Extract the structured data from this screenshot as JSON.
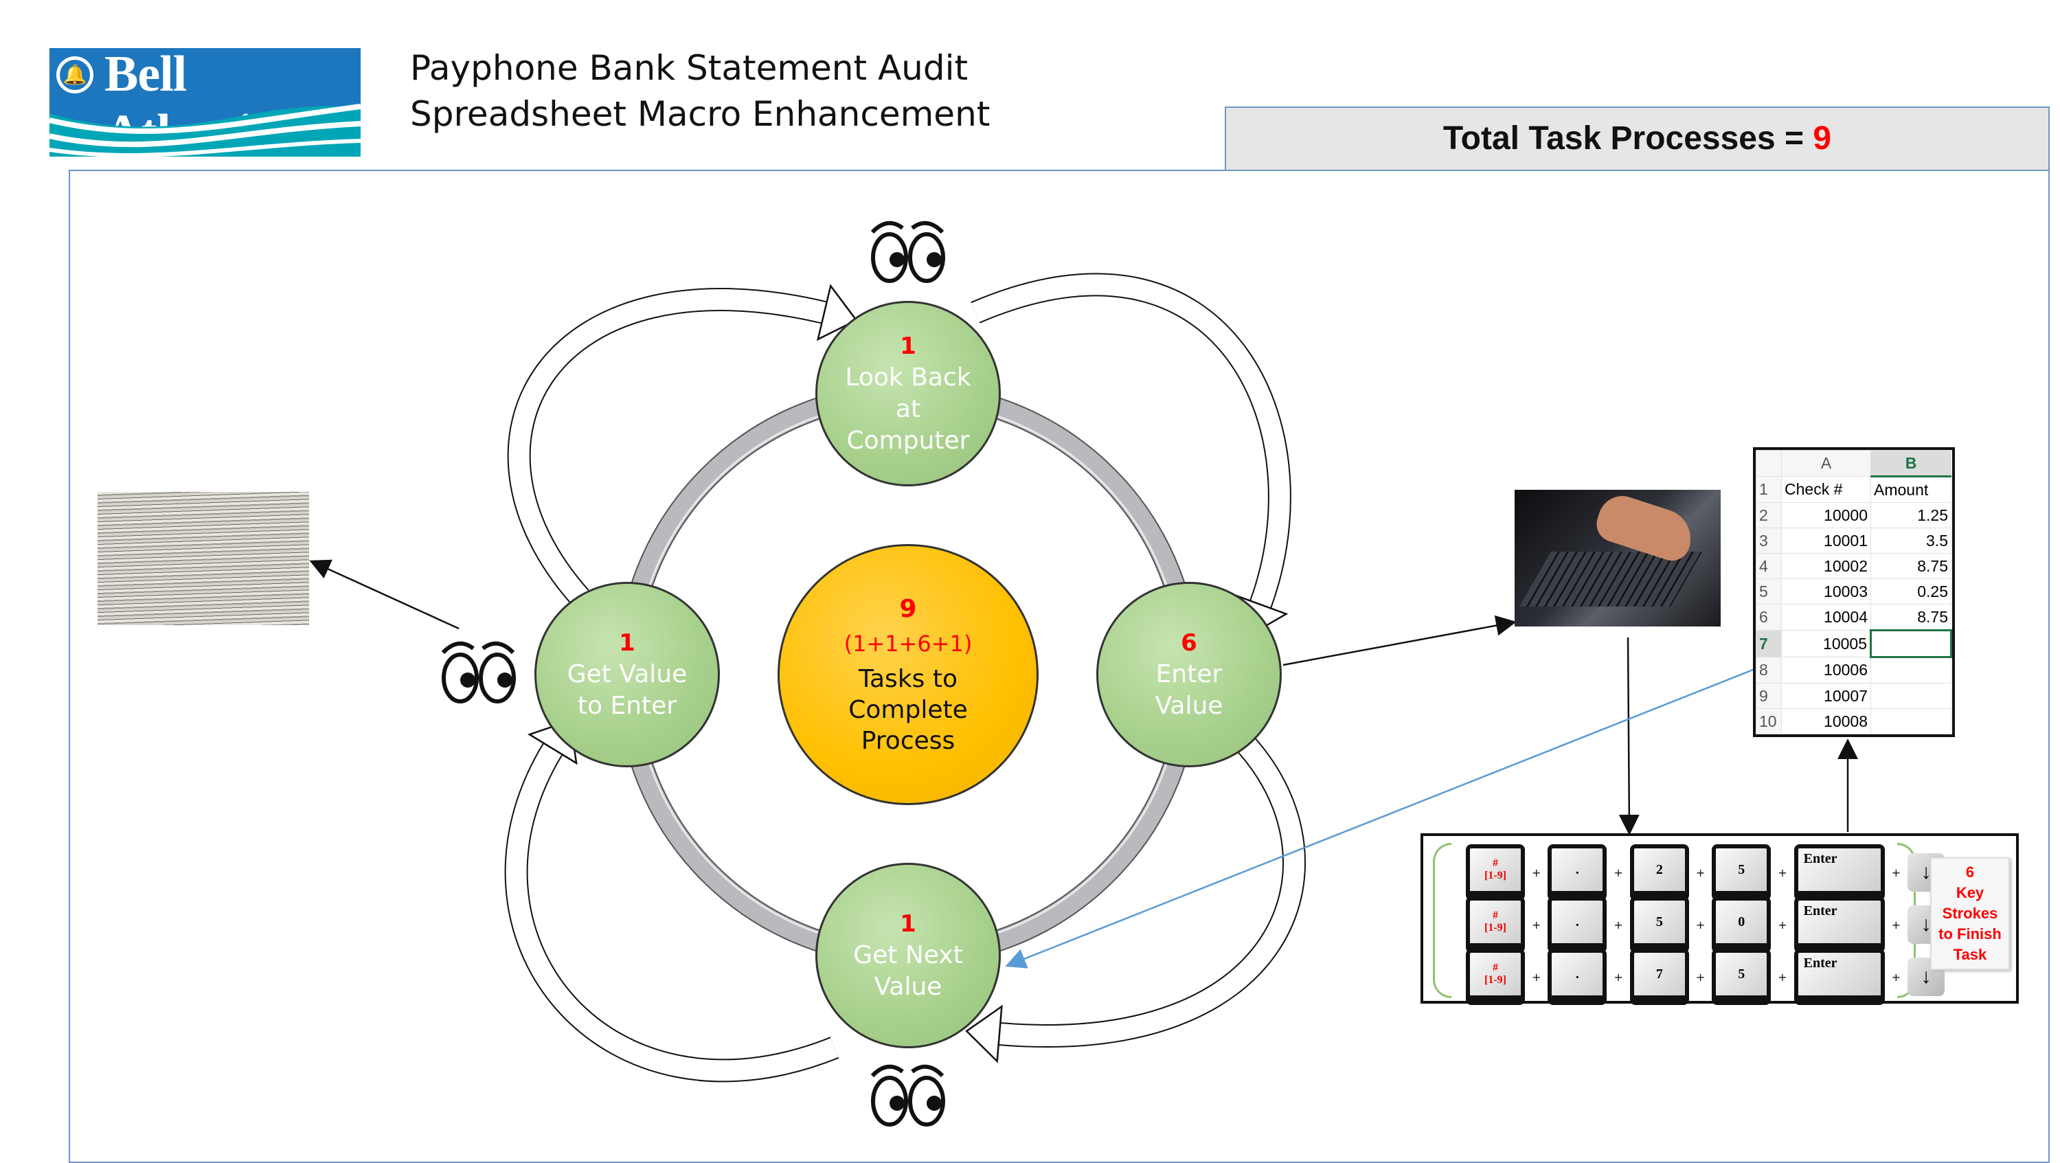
{
  "logo": {
    "brand": "Bell Atlantic"
  },
  "header": {
    "title_line1": "Payphone Bank Statement Audit",
    "title_line2": "Spreadsheet Macro Enhancement",
    "total_label": "Total Task Processes = ",
    "total_value": "9"
  },
  "cycle": {
    "center": {
      "count": "9",
      "formula": "(1+1+6+1)",
      "line1": "Tasks to",
      "line2": "Complete",
      "line3": "Process"
    },
    "nodes": [
      {
        "count": "1",
        "line1": "Look Back",
        "line2": "at",
        "line3": "Computer"
      },
      {
        "count": "6",
        "line1": "Enter",
        "line2": "Value"
      },
      {
        "count": "1",
        "line1": "Get Next",
        "line2": "Value"
      },
      {
        "count": "1",
        "line1": "Get Value",
        "line2": "to Enter"
      }
    ]
  },
  "spreadsheet": {
    "col_headers": [
      "A",
      "B"
    ],
    "rows": [
      {
        "n": "1",
        "a": "Check #",
        "b": "Amount"
      },
      {
        "n": "2",
        "a": "10000",
        "b": "1.25"
      },
      {
        "n": "3",
        "a": "10001",
        "b": "3.5"
      },
      {
        "n": "4",
        "a": "10002",
        "b": "8.75"
      },
      {
        "n": "5",
        "a": "10003",
        "b": "0.25"
      },
      {
        "n": "6",
        "a": "10004",
        "b": "8.75"
      },
      {
        "n": "7",
        "a": "10005",
        "b": ""
      },
      {
        "n": "8",
        "a": "10006",
        "b": ""
      },
      {
        "n": "9",
        "a": "10007",
        "b": ""
      },
      {
        "n": "10",
        "a": "10008",
        "b": ""
      }
    ]
  },
  "keystrokes": {
    "num_key_top": "#",
    "num_key_bottom": "[1-9]",
    "plus": "+",
    "enter": "Enter",
    "down": "↓",
    "rows": [
      [
        ".",
        "2",
        "5"
      ],
      [
        ".",
        "5",
        "0"
      ],
      [
        ".",
        "7",
        "5"
      ]
    ],
    "summary": {
      "count": "6",
      "line1": "Key",
      "line2": "Strokes",
      "line3": "to Finish",
      "line4": "Task"
    }
  },
  "colors": {
    "node": "#a9d18e",
    "center": "#ffc000",
    "accent": "#ff0000",
    "frame": "#6f95c6"
  }
}
